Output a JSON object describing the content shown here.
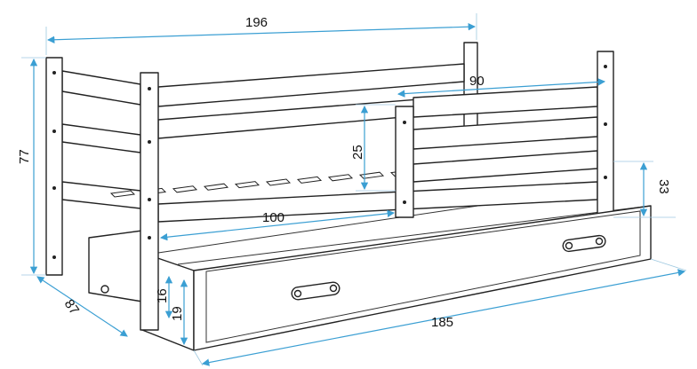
{
  "colors": {
    "dimension_line": "#3b9fd3",
    "outline": "#222222"
  },
  "dimensions": {
    "total_length": "196",
    "guard_length": "90",
    "total_height": "77",
    "guard_height": "25",
    "side_height": "33",
    "opening_length": "100",
    "depth": "87",
    "drawer_inner_height": "16",
    "drawer_height": "19",
    "drawer_length": "185"
  }
}
